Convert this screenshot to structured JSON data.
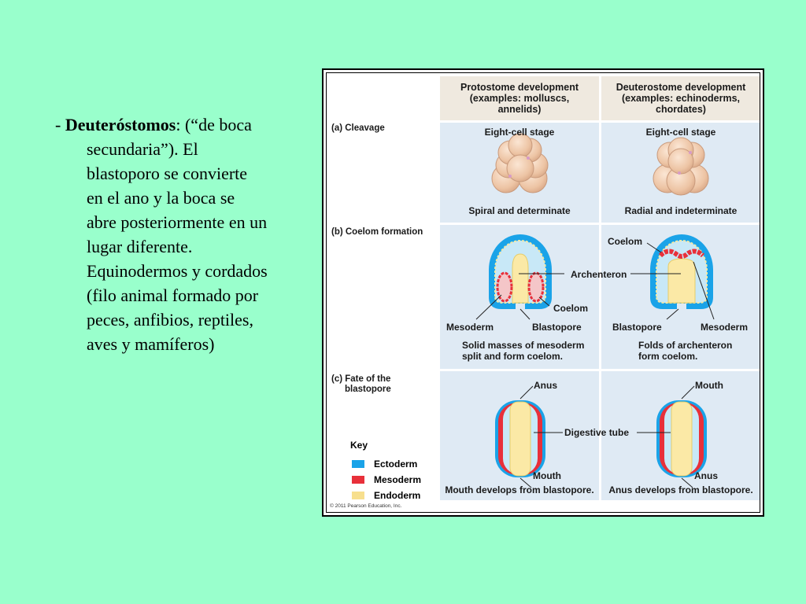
{
  "slide": {
    "bullet": "- ",
    "term": "Deuteróstomos",
    "body": ": (“de boca secundaria”). El blastoporo se convierte en el ano y la boca se abre posteriormente en un lugar diferente. Equinodermos y cordados (filo animal formado por peces, anfibios, reptiles, aves y mamíferos)"
  },
  "figure": {
    "protostome_header": [
      "Protostome development",
      "(examples: molluscs,",
      "annelids)"
    ],
    "deuterostome_header": [
      "Deuterostome development",
      "(examples: echinoderms,",
      "chordates)"
    ],
    "row_a_label": "(a) Cleavage",
    "row_b_label": "(b) Coelom formation",
    "row_c_label": [
      "(c) Fate of the",
      "blastopore"
    ],
    "eight_cell_left": "Eight-cell stage",
    "eight_cell_right": "Eight-cell stage",
    "cleavage_left_caption": "Spiral and determinate",
    "cleavage_right_caption": "Radial and indeterminate",
    "coelom_left_label": "Coelom",
    "coelom_right_label": "Coelom",
    "archenteron_label": "Archenteron",
    "mesoderm_left_label": "Mesoderm",
    "mesoderm_right_label": "Mesoderm",
    "blastopore_left_label": "Blastopore",
    "blastopore_right_label": "Blastopore",
    "coelom_left_caption": [
      "Solid masses of mesoderm",
      "split and form coelom."
    ],
    "coelom_right_caption": [
      "Folds of archenteron",
      "form coelom."
    ],
    "anus_top_label": "Anus",
    "mouth_top_label": "Mouth",
    "digestive_tube_label": "Digestive tube",
    "mouth_bottom_label": "Mouth",
    "anus_bottom_label": "Anus",
    "fate_left_caption": "Mouth develops from blastopore.",
    "fate_right_caption": "Anus develops from blastopore.",
    "key": {
      "title": "Key",
      "items": [
        {
          "label": "Ectoderm",
          "color": "#1aa3e8"
        },
        {
          "label": "Mesoderm",
          "color": "#e8303a"
        },
        {
          "label": "Endoderm",
          "color": "#f7df8e"
        }
      ]
    },
    "copyright": "© 2011 Pearson Education, Inc."
  }
}
